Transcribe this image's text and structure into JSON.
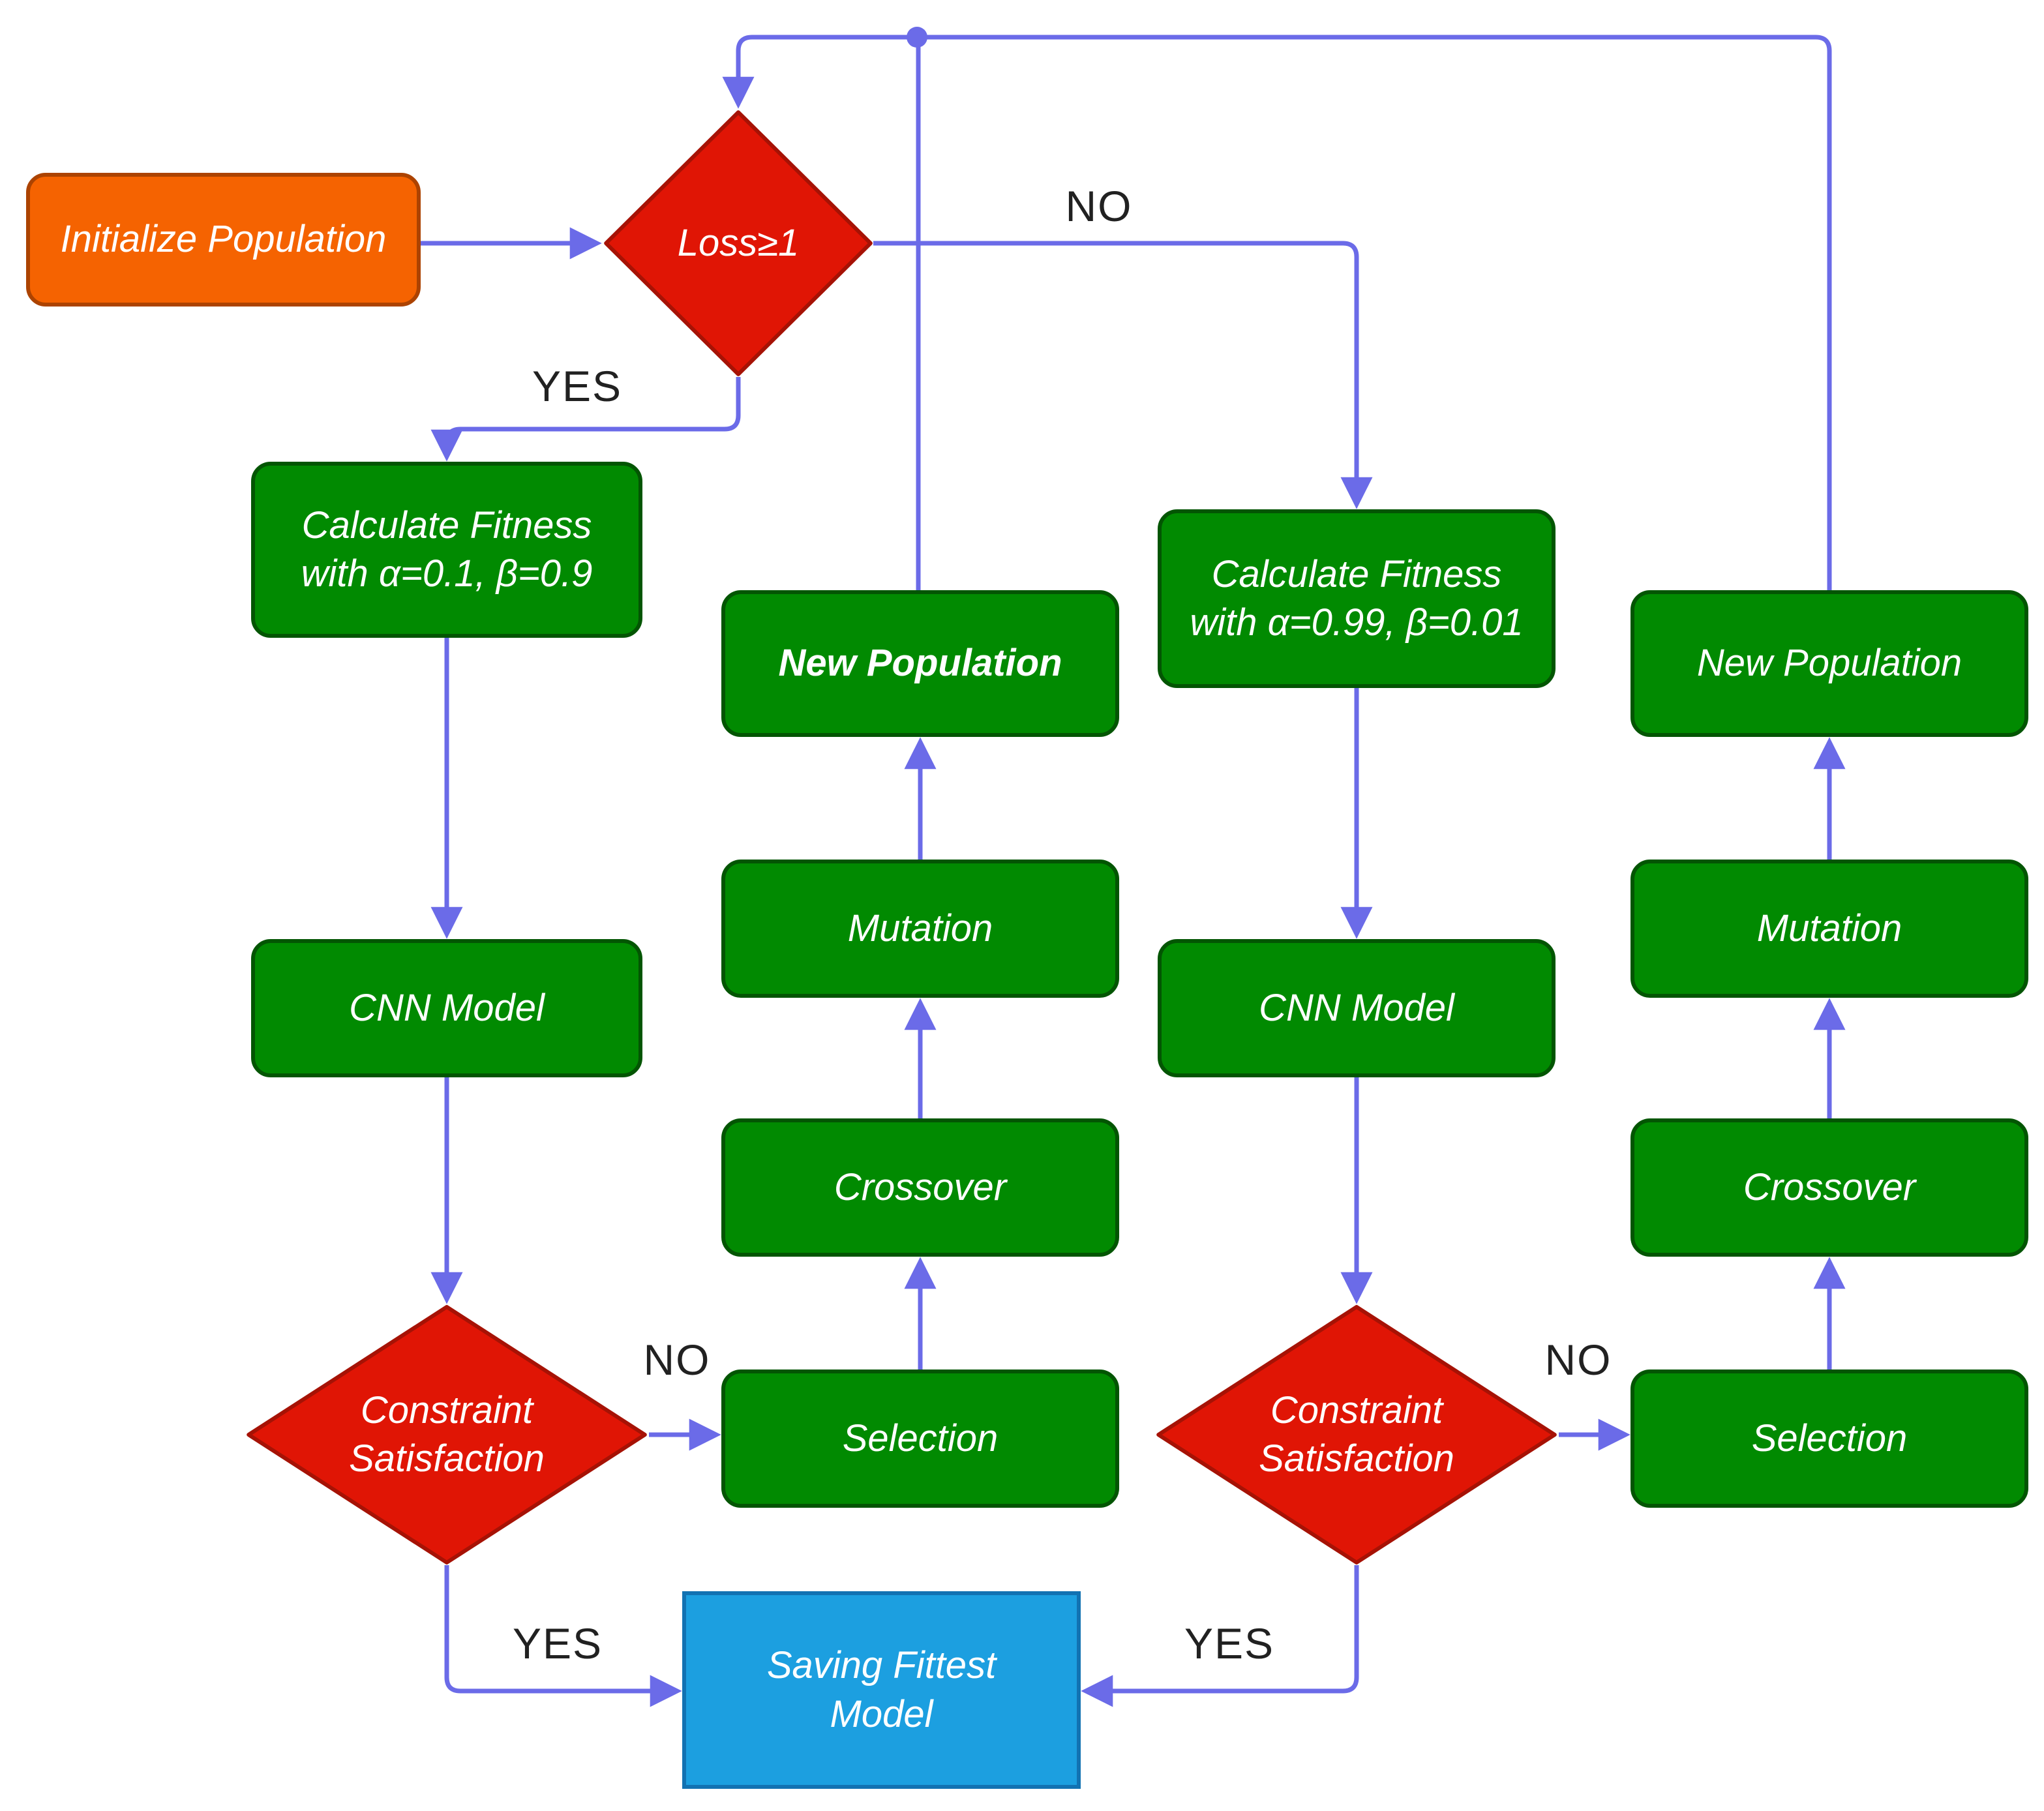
{
  "title": "Genetic Algorithm CNN Training Flowchart",
  "colors": {
    "edge": "#6b6be8",
    "green-fill": "#018a01",
    "green-stroke": "#035503",
    "red-fill": "#e01505",
    "red-stroke": "#a61205",
    "orange-fill": "#f56301",
    "orange-stroke": "#ac4301",
    "blue-fill": "#1c9fe0",
    "blue-stroke": "#1272b2",
    "label-color": "#212121"
  },
  "nodes": {
    "init": {
      "label": "Initialize Population",
      "type": "start"
    },
    "loss_check": {
      "label": "Loss≥1",
      "type": "decision"
    },
    "calc_fitness_left": {
      "label": "Calculate Fitness\nwith α=0.1, β=0.9",
      "type": "process"
    },
    "cnn_left": {
      "label": "CNN Model",
      "type": "process"
    },
    "constraint_left": {
      "label": "Constraint\nSatisfaction",
      "type": "decision"
    },
    "selection_mid": {
      "label": "Selection",
      "type": "process"
    },
    "crossover_mid": {
      "label": "Crossover",
      "type": "process"
    },
    "mutation_mid": {
      "label": "Mutation",
      "type": "process"
    },
    "new_population_mid": {
      "label": "New Population",
      "type": "process"
    },
    "calc_fitness_right": {
      "label": "Calculate Fitness\nwith α=0.99, β=0.01",
      "type": "process"
    },
    "cnn_right": {
      "label": "CNN Model",
      "type": "process"
    },
    "constraint_right": {
      "label": "Constraint\nSatisfaction",
      "type": "decision"
    },
    "selection_right": {
      "label": "Selection",
      "type": "process"
    },
    "crossover_right": {
      "label": "Crossover",
      "type": "process"
    },
    "mutation_right": {
      "label": "Mutation",
      "type": "process"
    },
    "new_population_right": {
      "label": "New Population",
      "type": "process"
    },
    "save_model": {
      "label": "Saving Fittest\nModel",
      "type": "end"
    }
  },
  "edge_labels": {
    "loss_no": "NO",
    "loss_yes": "YES",
    "constraint_left_no": "NO",
    "constraint_left_yes": "YES",
    "constraint_right_no": "NO",
    "constraint_right_yes": "YES"
  }
}
